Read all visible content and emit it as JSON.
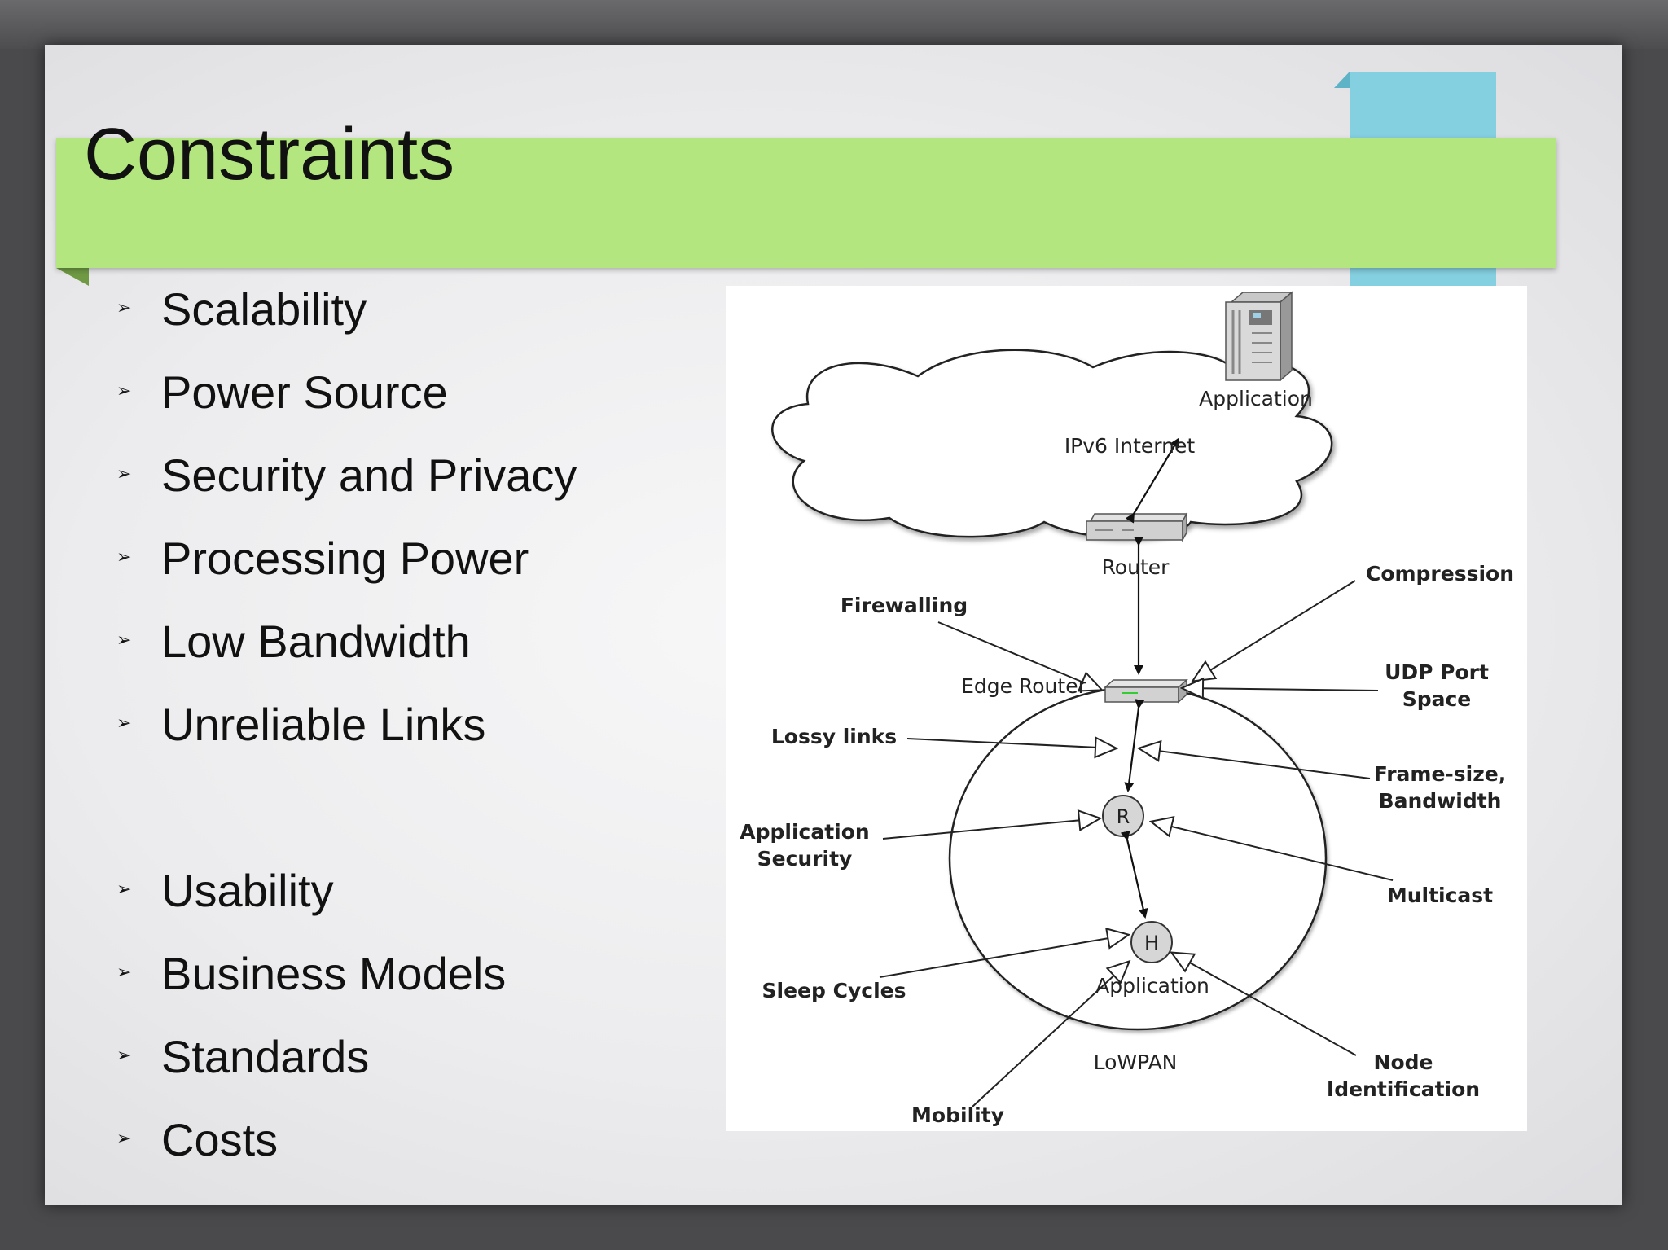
{
  "slide": {
    "title": "Constraints",
    "bullets_group1": [
      "Scalability",
      "Power Source",
      "Security and Privacy",
      "Processing Power",
      "Low Bandwidth",
      "Unreliable Links"
    ],
    "bullets_group2": [
      "Usability",
      "Business Models",
      "Standards",
      "Costs"
    ],
    "bullet_marker": "➢"
  },
  "diagram": {
    "cloud_label": "IPv6 Internet",
    "server_label": "Application",
    "router_label": "Router",
    "edge_router_label": "Edge Router",
    "lowpan_label": "LoWPAN",
    "node_r": "R",
    "node_h": "H",
    "host_app_label": "Application",
    "constraints": {
      "firewalling": "Firewalling",
      "compression": "Compression",
      "udp_line1": "UDP Port",
      "udp_line2": "Space",
      "lossy_links": "Lossy links",
      "frame_line1": "Frame-size,",
      "frame_line2": "Bandwidth",
      "appsec_line1": "Application",
      "appsec_line2": "Security",
      "multicast": "Multicast",
      "sleep_cycles": "Sleep Cycles",
      "mobility": "Mobility",
      "nodeid_line1": "Node",
      "nodeid_line2": "Identification"
    }
  },
  "colors": {
    "title_bar": "#b3e67e",
    "accent_blue": "#84cfe0",
    "frame": "#4a4a4c"
  }
}
